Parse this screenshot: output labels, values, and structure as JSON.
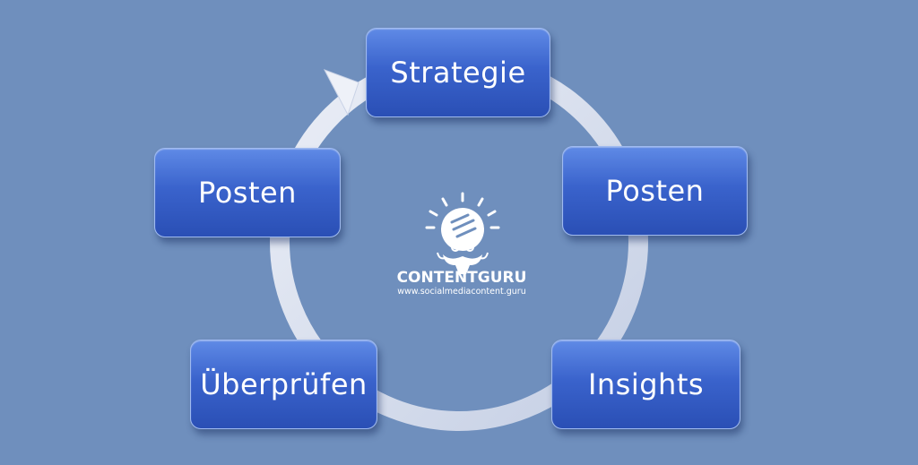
{
  "nodes": {
    "strategie": "Strategie",
    "posten_right": "Posten",
    "insights": "Insights",
    "ueberpruefen": "Überprüfen",
    "posten_left": "Posten"
  },
  "logo": {
    "brand": "CONTENTGURU",
    "url": "www.socialmediacontent.guru"
  },
  "colors": {
    "background": "#6f8fbd",
    "node_fill": "#3a63cc",
    "ring": "#d8dfee"
  }
}
